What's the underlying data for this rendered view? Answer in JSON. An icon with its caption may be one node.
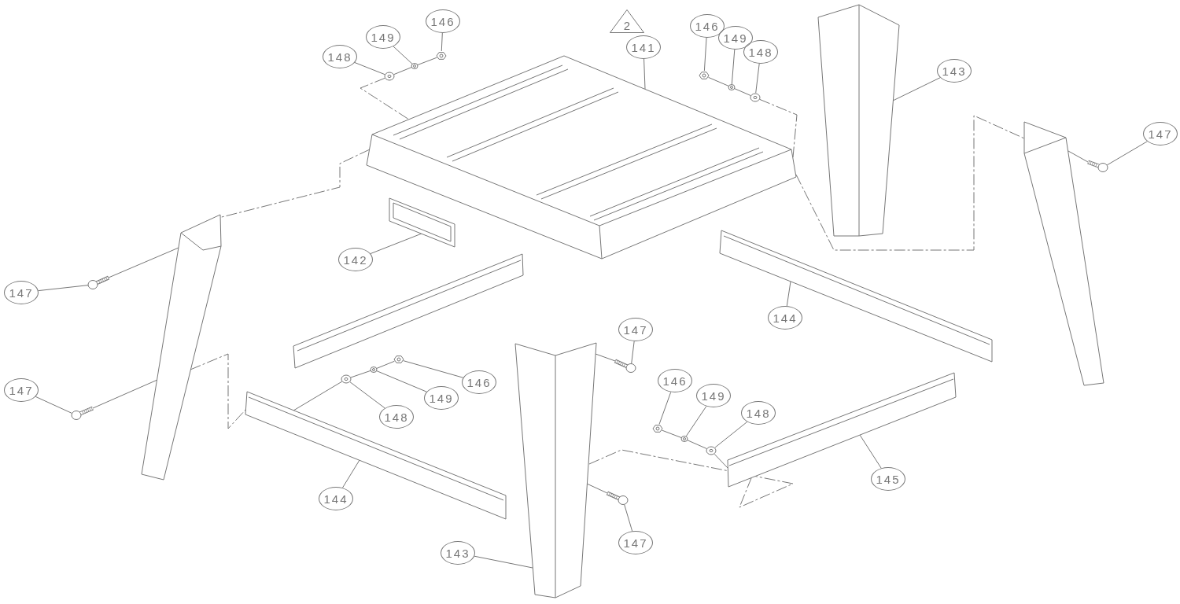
{
  "diagram": {
    "nodes": [
      {
        "text": [
          "2"
        ]
      },
      {
        "text": [
          "148"
        ]
      },
      {
        "text": [
          "149"
        ]
      },
      {
        "text": [
          "146"
        ]
      },
      {
        "text": [
          "141"
        ]
      },
      {
        "text": [
          "146"
        ]
      },
      {
        "text": [
          "149"
        ]
      },
      {
        "text": [
          "148"
        ]
      },
      {
        "text": [
          "143"
        ]
      },
      {
        "text": [
          "147"
        ]
      },
      {
        "text": [
          "142"
        ]
      },
      {
        "text": [
          "147"
        ]
      },
      {
        "text": [
          "144"
        ]
      },
      {
        "text": [
          "147"
        ]
      },
      {
        "text": [
          "147"
        ]
      },
      {
        "text": [
          "146"
        ]
      },
      {
        "text": [
          "149"
        ]
      },
      {
        "text": [
          "148"
        ]
      },
      {
        "text": [
          "146"
        ]
      },
      {
        "text": [
          "149"
        ]
      },
      {
        "text": [
          "148"
        ]
      },
      {
        "text": [
          "144"
        ]
      },
      {
        "text": [
          "145"
        ]
      },
      {
        "text": [
          "147"
        ]
      },
      {
        "text": [
          "143"
        ]
      },
      {
        "text": [],
        "shape": "picture"
      },
      {
        "text": [],
        "shape": "picture"
      },
      {
        "text": [],
        "shape": "picture"
      },
      {
        "text": [],
        "shape": "picture"
      },
      {
        "text": [],
        "shape": "picture"
      },
      {
        "text": [],
        "shape": "picture"
      },
      {
        "text": [],
        "shape": "picture"
      },
      {
        "text": [],
        "shape": "picture"
      },
      {
        "text": [],
        "shape": "picture"
      },
      {
        "text": [],
        "shape": "picture"
      },
      {
        "text": [],
        "shape": "picture"
      },
      {
        "text": [],
        "shape": "picture"
      },
      {
        "text": [],
        "shape": "picture"
      },
      {
        "text": [],
        "shape": "picture"
      },
      {
        "text": [],
        "shape": "picture"
      },
      {
        "text": [],
        "shape": "picture"
      },
      {
        "text": [],
        "shape": "picture"
      },
      {
        "text": [],
        "shape": "picture"
      },
      {
        "text": [],
        "shape": "picture"
      },
      {
        "text": [],
        "shape": "picture"
      },
      {
        "text": [],
        "shape": "picture"
      },
      {
        "text": [],
        "shape": "picture"
      },
      {
        "text": [],
        "shape": "picture"
      },
      {
        "text": [],
        "shape": "picture"
      },
      {
        "text": [],
        "shape": "picture"
      },
      {
        "text": [],
        "shape": "picture"
      }
    ],
    "edges": [
      {
        "from": 1,
        "to": 25,
        "arrow": "none"
      },
      {
        "from": 2,
        "to": 26,
        "arrow": "none"
      },
      {
        "from": 3,
        "to": 27,
        "arrow": "none"
      },
      {
        "from": 4,
        "to": 28,
        "arrow": "none"
      },
      {
        "from": 5,
        "to": 29,
        "arrow": "none"
      },
      {
        "from": 6,
        "to": 30,
        "arrow": "none"
      },
      {
        "from": 7,
        "to": 31,
        "arrow": "none"
      },
      {
        "from": 8,
        "to": 32,
        "arrow": "none"
      },
      {
        "from": 9,
        "to": 33,
        "arrow": "none"
      },
      {
        "from": 10,
        "to": 34,
        "arrow": "none"
      },
      {
        "from": 11,
        "to": 35,
        "arrow": "none"
      },
      {
        "from": 12,
        "to": 36,
        "arrow": "none"
      },
      {
        "from": 13,
        "to": 37,
        "arrow": "none"
      },
      {
        "from": 14,
        "to": 38,
        "arrow": "none"
      },
      {
        "from": 15,
        "to": 39,
        "arrow": "none"
      },
      {
        "from": 16,
        "to": 40,
        "arrow": "none"
      },
      {
        "from": 17,
        "to": 41,
        "arrow": "none"
      },
      {
        "from": 18,
        "to": 42,
        "arrow": "none"
      },
      {
        "from": 19,
        "to": 43,
        "arrow": "none"
      },
      {
        "from": 20,
        "to": 44,
        "arrow": "none"
      },
      {
        "from": 21,
        "to": 45,
        "arrow": "none"
      },
      {
        "from": 22,
        "to": 46,
        "arrow": "none"
      },
      {
        "from": 23,
        "to": 47,
        "arrow": "none"
      },
      {
        "from": 24,
        "to": 48,
        "arrow": "none"
      },
      {
        "from": 25,
        "to": 26,
        "arrow": "none"
      },
      {
        "from": 26,
        "to": 27,
        "arrow": "none"
      },
      {
        "from": 25,
        "to": 28,
        "arrow": "none",
        "style": "dashed"
      },
      {
        "from": 28,
        "to": 49,
        "arrow": "none",
        "style": "dashed"
      },
      {
        "from": 29,
        "to": 30,
        "arrow": "none"
      },
      {
        "from": 30,
        "to": 31,
        "arrow": "none"
      },
      {
        "from": 31,
        "to": 28,
        "arrow": "none",
        "style": "dashed"
      },
      {
        "from": 28,
        "to": 50,
        "arrow": "none",
        "style": "dashed"
      },
      {
        "from": 39,
        "to": 40,
        "arrow": "none"
      },
      {
        "from": 40,
        "to": 41,
        "arrow": "none"
      },
      {
        "from": 41,
        "to": 45,
        "arrow": "none"
      },
      {
        "from": 49,
        "to": 45,
        "arrow": "none",
        "style": "dashed"
      },
      {
        "from": 42,
        "to": 43,
        "arrow": "none"
      },
      {
        "from": 43,
        "to": 44,
        "arrow": "none"
      },
      {
        "from": 44,
        "to": 46,
        "arrow": "none"
      },
      {
        "from": 48,
        "to": 46,
        "arrow": "none",
        "style": "dashed"
      },
      {
        "from": 35,
        "to": 49,
        "arrow": "none"
      },
      {
        "from": 37,
        "to": 49,
        "arrow": "none"
      },
      {
        "from": 38,
        "to": 48,
        "arrow": "none"
      },
      {
        "from": 47,
        "to": 48,
        "arrow": "none"
      },
      {
        "from": 33,
        "to": 50,
        "arrow": "none"
      }
    ]
  }
}
